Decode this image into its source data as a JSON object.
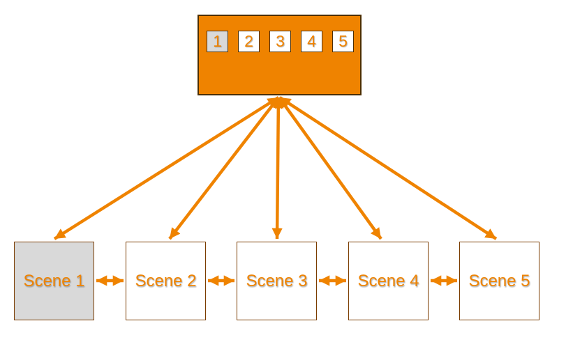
{
  "colors": {
    "orange": "#EF8300",
    "hub_border": "#4D2E00",
    "scene_border": "#7A3C00",
    "selected_bg": "#D9D9D9",
    "tile_bg": "#FFFFFF",
    "page_bg": "#FFFFFF"
  },
  "hub": {
    "tiles": [
      {
        "label": "1",
        "selected": true
      },
      {
        "label": "2",
        "selected": false
      },
      {
        "label": "3",
        "selected": false
      },
      {
        "label": "4",
        "selected": false
      },
      {
        "label": "5",
        "selected": false
      }
    ]
  },
  "scenes": [
    {
      "label": "Scene 1",
      "selected": true
    },
    {
      "label": "Scene 2",
      "selected": false
    },
    {
      "label": "Scene 3",
      "selected": false
    },
    {
      "label": "Scene 4",
      "selected": false
    },
    {
      "label": "Scene 5",
      "selected": false
    }
  ],
  "connections": {
    "hub_to_scenes": "bidirectional",
    "between_adjacent_scenes": "bidirectional"
  }
}
